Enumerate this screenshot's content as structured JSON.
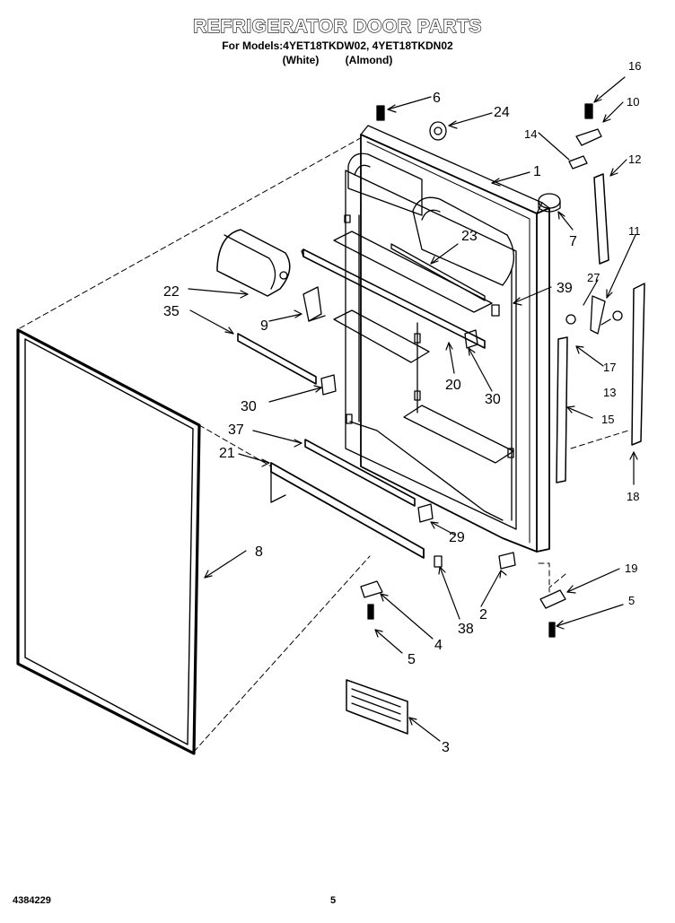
{
  "header": {
    "title": "REFRIGERATOR DOOR PARTS",
    "models": "For Models:4YET18TKDW02, 4YET18TKDN02",
    "variant_white": "(White)",
    "variant_almond": "(Almond)"
  },
  "footer": {
    "doc_number": "4384229",
    "page_number": "5"
  },
  "callouts": [
    "1",
    "2",
    "3",
    "4",
    "5",
    "5",
    "6",
    "7",
    "8",
    "9",
    "10",
    "11",
    "12",
    "13",
    "14",
    "15",
    "16",
    "17",
    "18",
    "19",
    "20",
    "21",
    "22",
    "23",
    "24",
    "27",
    "29",
    "30",
    "30",
    "35",
    "37",
    "38",
    "39"
  ],
  "colors": {
    "ink": "#000000",
    "paper": "#ffffff"
  }
}
